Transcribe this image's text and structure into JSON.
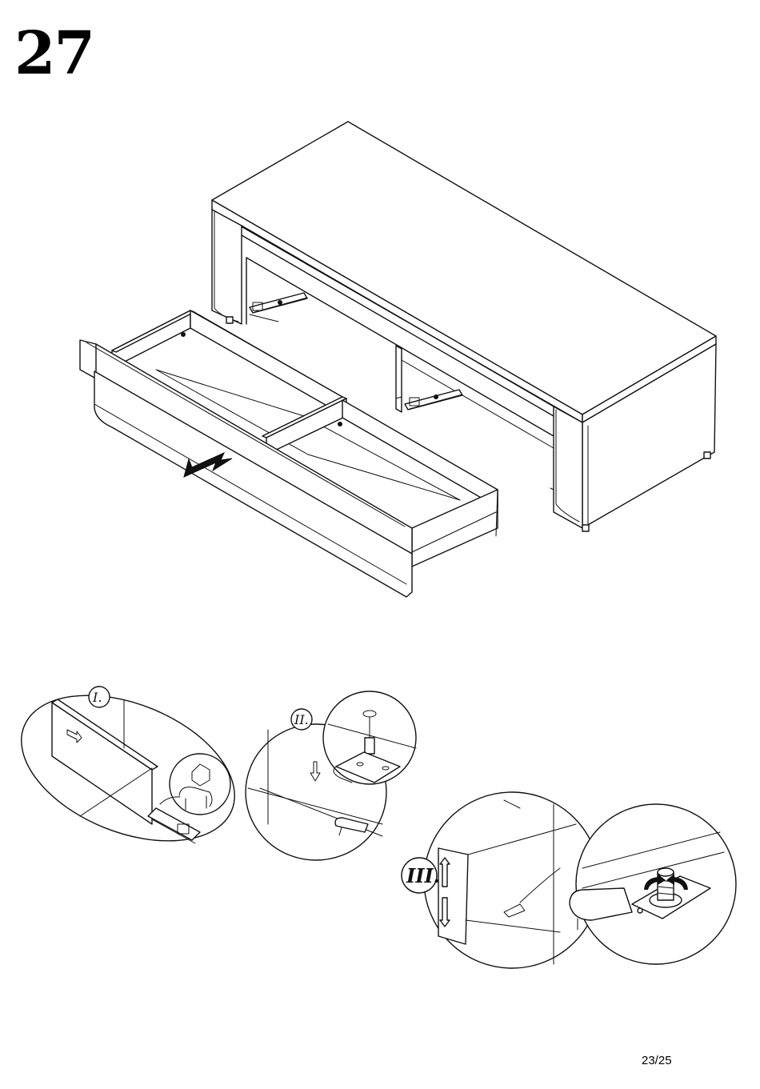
{
  "step": {
    "number": "27"
  },
  "callouts": {
    "one": "I.",
    "two": "II.",
    "three": "III."
  },
  "footer": {
    "page": "23/25"
  }
}
